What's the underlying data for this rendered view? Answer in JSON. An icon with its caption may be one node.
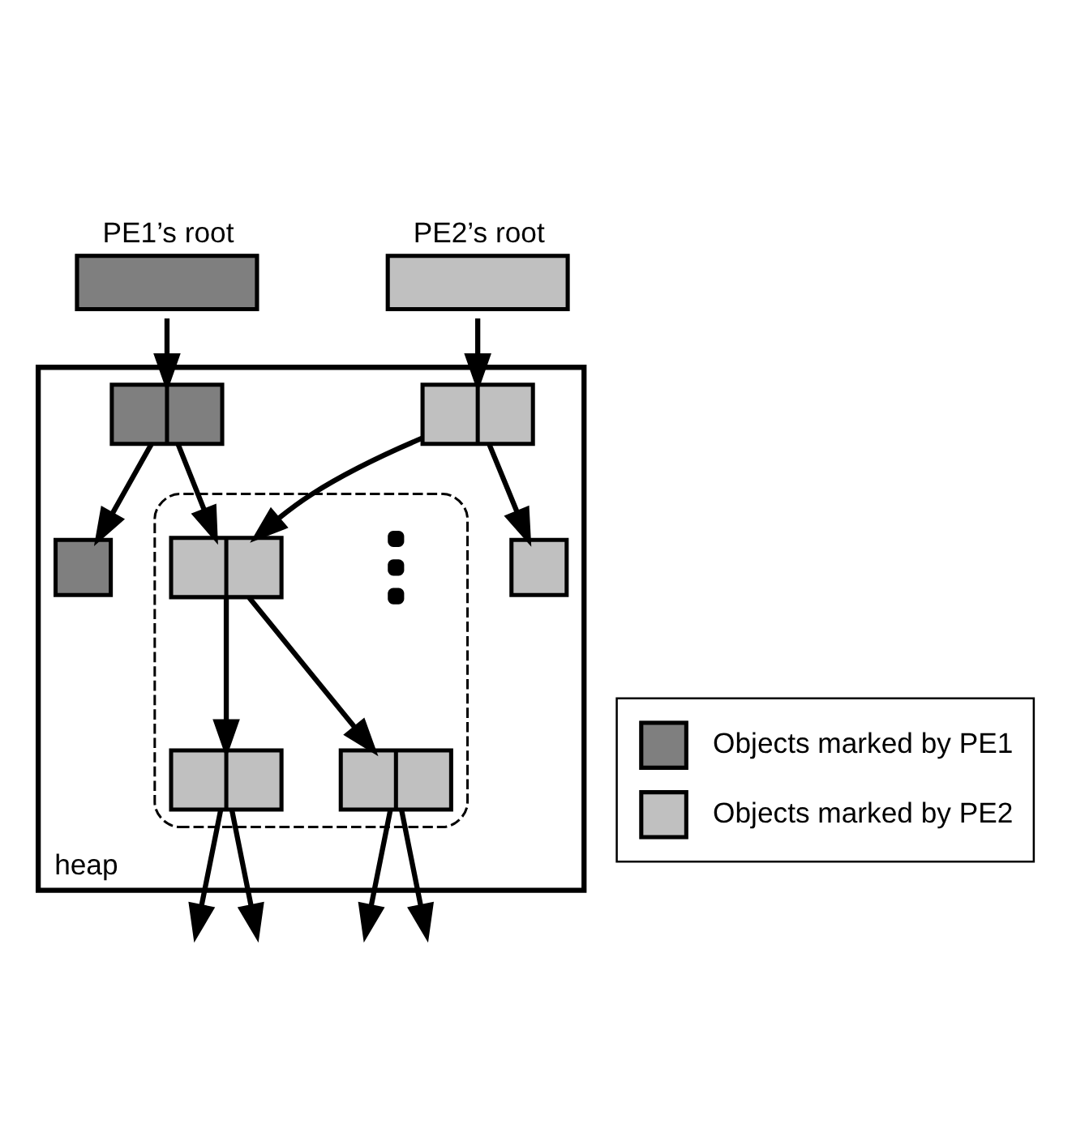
{
  "diagram": {
    "nodes": [
      {
        "text": [
          "PE1’s root"
        ]
      },
      {
        "text": [
          "PE2’s root"
        ]
      },
      {
        "text": [
          "heap"
        ]
      },
      {
        "text": [],
        "shape": "box",
        "in": 2
      },
      {
        "text": [],
        "shape": "box",
        "in": 2
      },
      {
        "text": [],
        "shape": "box",
        "in": 2
      },
      {
        "text": [],
        "shape": "region",
        "in": 2
      },
      {
        "text": [],
        "shape": "box",
        "in": 6
      },
      {
        "text": [],
        "shape": "box",
        "in": 2
      },
      {
        "text": [],
        "shape": "box",
        "in": 6
      },
      {
        "text": [],
        "shape": "box",
        "in": 6
      },
      {
        "text": [],
        "shape": "dots",
        "in": 6
      }
    ],
    "edges": [
      {
        "from": 0,
        "to": 3,
        "arrow": "to"
      },
      {
        "from": 1,
        "to": 4,
        "arrow": "to"
      },
      {
        "from": 3,
        "to": 5,
        "arrow": "to"
      },
      {
        "from": 3,
        "to": 7,
        "arrow": "to"
      },
      {
        "from": 4,
        "to": 7,
        "arrow": "to"
      },
      {
        "from": 4,
        "to": 8,
        "arrow": "to"
      },
      {
        "from": 7,
        "to": 9,
        "arrow": "to"
      },
      {
        "from": 7,
        "to": 10,
        "arrow": "to"
      },
      {
        "from": 9,
        "to": null,
        "arrow": "to"
      },
      {
        "from": 9,
        "to": null,
        "arrow": "to"
      },
      {
        "from": 10,
        "to": null,
        "arrow": "to"
      },
      {
        "from": 10,
        "to": null,
        "arrow": "to"
      }
    ],
    "legend": [
      {
        "text": "Objects marked by PE1",
        "color": "#7f7f7f"
      },
      {
        "text": "Objects marked by PE2",
        "color": "#c0c0c0"
      }
    ]
  }
}
